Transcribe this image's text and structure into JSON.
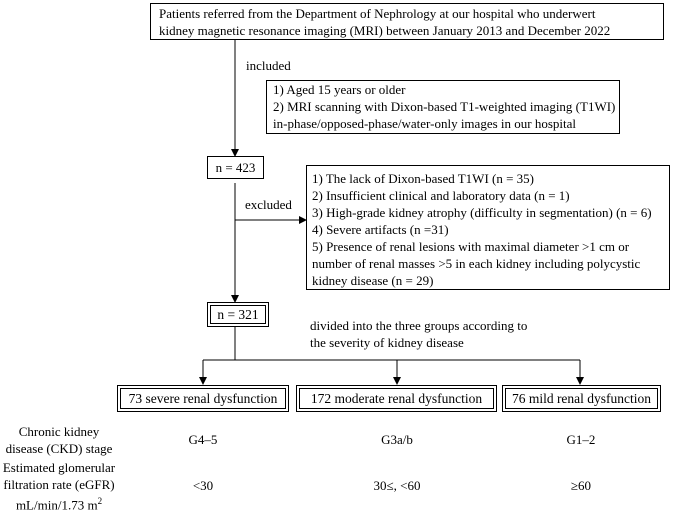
{
  "start": {
    "line1": "Patients referred from the Department of Nephrology at our hospital who underwert",
    "line2": "kidney magnetic resonance imaging (MRI) between January 2013 and December 2022"
  },
  "included_label": "included",
  "inclusion": {
    "item1": "1) Aged 15 years or older",
    "item2": "2) MRI scanning with Dixon-based T1-weighted imaging (T1WI)",
    "item2b": "in-phase/opposed-phase/water-only images in our hospital"
  },
  "n1": "n = 423",
  "excluded_label": "excluded",
  "exclusion": {
    "item1": "1) The lack of Dixon-based T1WI (n = 35)",
    "item2": "2) Insufficient clinical and laboratory data (n = 1)",
    "item3": "3) High-grade kidney atrophy (difficulty in segmentation) (n = 6)",
    "item4": "4) Severe artifacts (n =31)",
    "item5a": "5) Presence of renal lesions with maximal diameter >1 cm or",
    "item5b": "number of renal masses >5 in each kidney including polycystic",
    "item5c": "kidney disease (n = 29)"
  },
  "n2": "n = 321",
  "divided": {
    "line1": "divided into the three groups according to",
    "line2": "the severity of kidney disease"
  },
  "groups": [
    {
      "label": "73 severe renal dysfunction",
      "ckd": "G4–5",
      "egfr": "<30"
    },
    {
      "label": "172 moderate renal dysfunction",
      "ckd": "G3a/b",
      "egfr": "30≤, <60"
    },
    {
      "label": "76 mild renal dysfunction",
      "ckd": "G1–2",
      "egfr": "≥60"
    }
  ],
  "row_labels": {
    "ckd_line1": "Chronic kidney",
    "ckd_line2": "disease (CKD) stage",
    "egfr_line1": "Estimated glomerular",
    "egfr_line2": "filtration rate (eGFR)",
    "egfr_line3": "mL/min/1.73 m",
    "egfr_sup": "2"
  }
}
